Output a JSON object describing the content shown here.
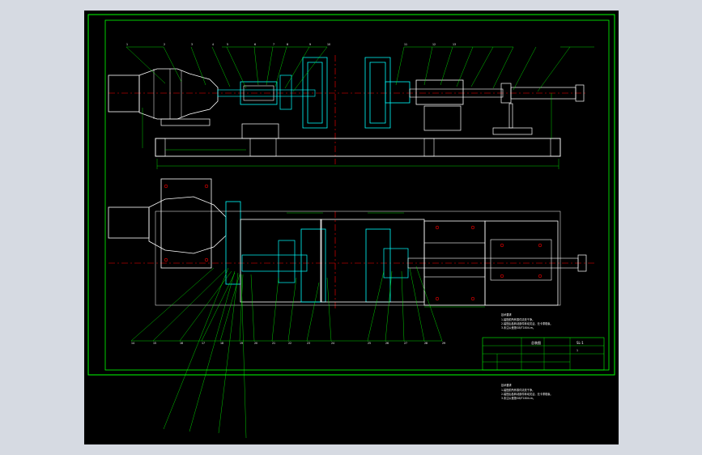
{
  "window": {
    "background_color": "#d6dae2",
    "canvas_color": "#000000"
  },
  "colors": {
    "frame": "#00ff00",
    "outline": "#ffffff",
    "part": "#00ffff",
    "center_line": "#ff0000",
    "dimension": "#00ff00",
    "hole": "#ff0000",
    "leader": "#00ff00"
  },
  "drawing": {
    "title_block": {
      "name": "总装图",
      "code": "SL-1",
      "scale": "1"
    },
    "balloons_top": [
      "1",
      "2",
      "3",
      "4",
      "5",
      "6",
      "7",
      "8",
      "9",
      "10",
      "11",
      "12",
      "13"
    ],
    "balloons_bottom": [
      "14",
      "15",
      "16",
      "17",
      "18",
      "19",
      "20",
      "21",
      "22",
      "23",
      "24",
      "25",
      "26",
      "27",
      "28",
      "29"
    ],
    "tech_requirements_heading": "技术要求",
    "tech_requirements": [
      "1.装配前所有零件清洗干净。",
      "2.装配后各转动部件转动灵活，无卡滞现象。",
      "3.未注公差按GB/T1804-m。"
    ]
  }
}
